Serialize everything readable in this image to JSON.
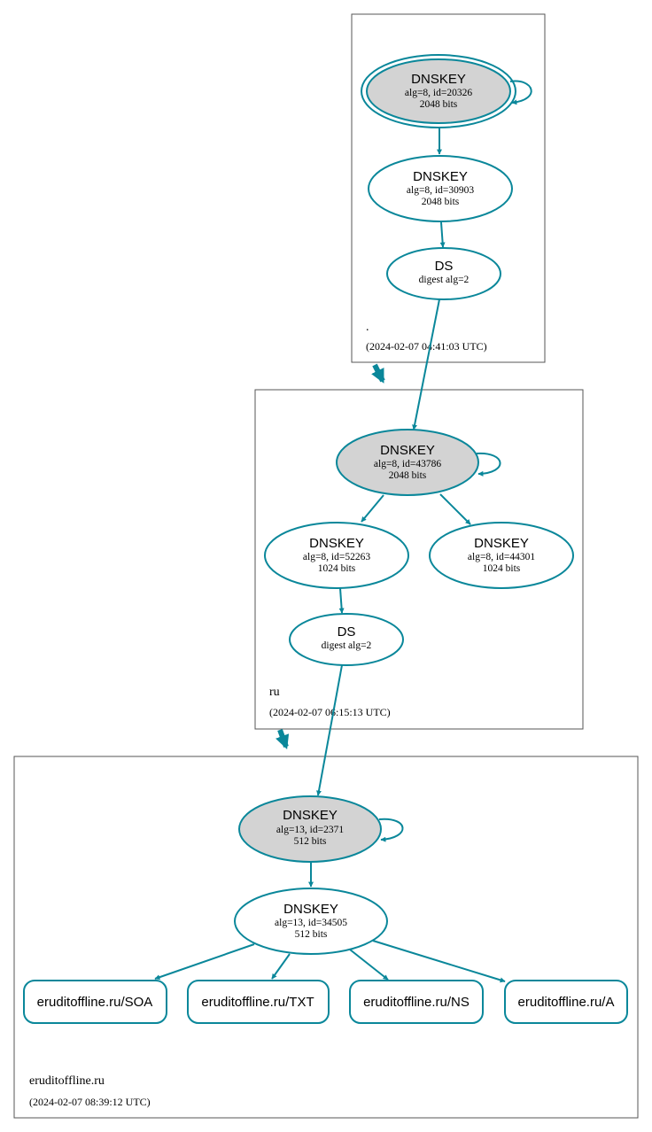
{
  "zones": {
    "root": {
      "name": ".",
      "timestamp": "(2024-02-07 04:41:03 UTC)"
    },
    "ru": {
      "name": "ru",
      "timestamp": "(2024-02-07 06:15:13 UTC)"
    },
    "domain": {
      "name": "eruditoffline.ru",
      "timestamp": "(2024-02-07 08:39:12 UTC)"
    }
  },
  "nodes": {
    "root_ksk": {
      "type": "DNSKEY",
      "detail": "alg=8, id=20326",
      "size": "2048 bits"
    },
    "root_zsk": {
      "type": "DNSKEY",
      "detail": "alg=8, id=30903",
      "size": "2048 bits"
    },
    "root_ds": {
      "type": "DS",
      "detail": "digest alg=2"
    },
    "ru_ksk": {
      "type": "DNSKEY",
      "detail": "alg=8, id=43786",
      "size": "2048 bits"
    },
    "ru_zsk1": {
      "type": "DNSKEY",
      "detail": "alg=8, id=52263",
      "size": "1024 bits"
    },
    "ru_zsk2": {
      "type": "DNSKEY",
      "detail": "alg=8, id=44301",
      "size": "1024 bits"
    },
    "ru_ds": {
      "type": "DS",
      "detail": "digest alg=2"
    },
    "dom_ksk": {
      "type": "DNSKEY",
      "detail": "alg=13, id=2371",
      "size": "512 bits"
    },
    "dom_zsk": {
      "type": "DNSKEY",
      "detail": "alg=13, id=34505",
      "size": "512 bits"
    }
  },
  "records": {
    "soa": "eruditoffline.ru/SOA",
    "txt": "eruditoffline.ru/TXT",
    "ns": "eruditoffline.ru/NS",
    "a": "eruditoffline.ru/A"
  },
  "colors": {
    "edge": "#0a879a",
    "ksk_fill": "#d3d3d3",
    "border": "#555555"
  }
}
